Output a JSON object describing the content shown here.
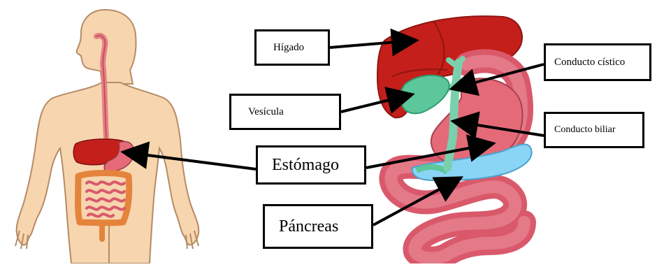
{
  "labels": {
    "higado": "Hígado",
    "vesicula": "Vesícula",
    "conducto_cistico": "Conducto cístico",
    "conducto_biliar": "Conducto biliar",
    "estomago": "Estómago",
    "pancreas": "Páncreas"
  },
  "colors": {
    "skin": "#f7d5ae",
    "skin_outline": "#b58b66",
    "liver": "#c41f1a",
    "liver_dark": "#8f1512",
    "gallbladder": "#5cc79a",
    "ducts": "#7ad0ac",
    "stomach": "#e46a78",
    "intestine": "#d9596b",
    "pancreas_blue": "#8ad4f5",
    "esophagus": "#e77f84",
    "arrow": "#000000"
  }
}
